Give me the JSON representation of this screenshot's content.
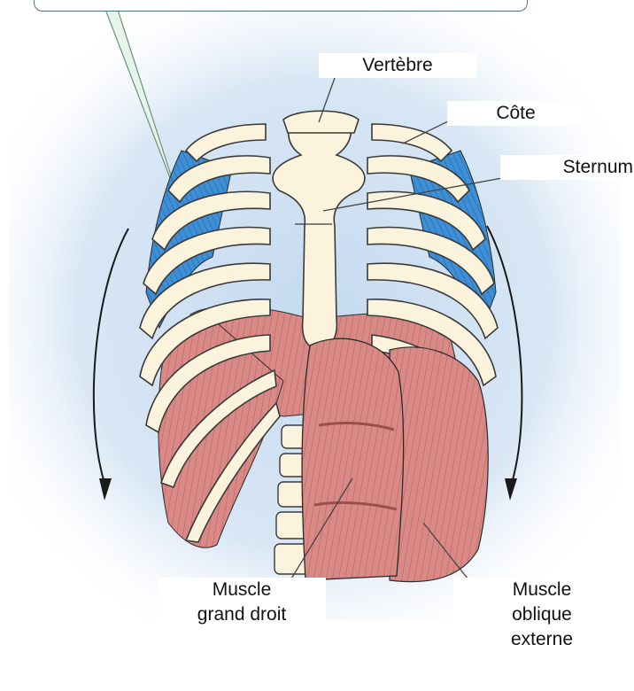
{
  "labels": {
    "vertebre": "Vertèbre",
    "cote": "Côte",
    "sternum": "Sternum",
    "grand_droit_line1": "Muscle",
    "grand_droit_line2": "grand droit",
    "oblique_line1": "Muscle",
    "oblique_line2": "oblique",
    "oblique_line3": "externe"
  },
  "colors": {
    "background_glow": "#c5daf0",
    "bone": "#fbf3dc",
    "bone_outline": "#3a3a3a",
    "intercostal_muscle": "#3e8fd6",
    "abdominal_muscle": "#d98a86",
    "leader_line": "#444444"
  }
}
